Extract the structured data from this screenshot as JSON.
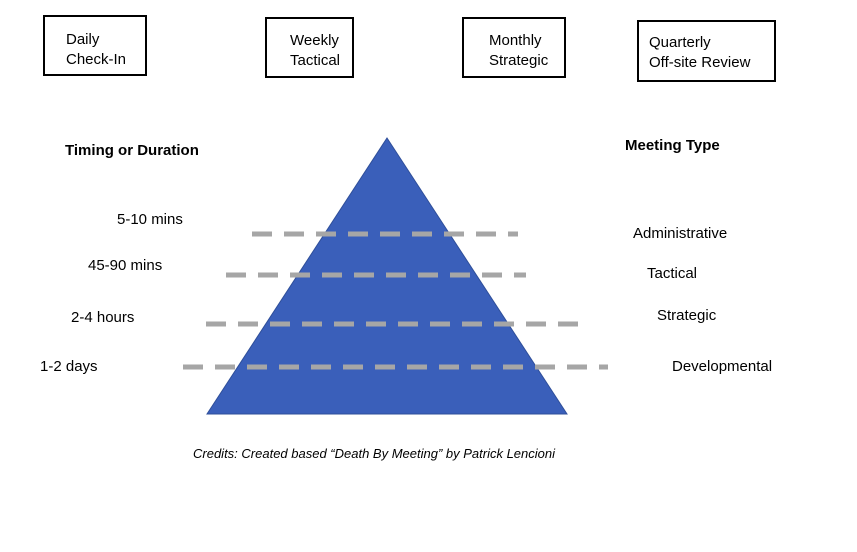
{
  "meeting_boxes": [
    {
      "line1": "Daily",
      "line2": "Check-In"
    },
    {
      "line1": "Weekly",
      "line2": "Tactical"
    },
    {
      "line1": "Monthly",
      "line2": "Strategic"
    },
    {
      "line1": "Quarterly",
      "line2": "Off-site Review"
    }
  ],
  "timing_heading": "Timing or Duration",
  "type_heading": "Meeting Type",
  "timings": [
    "5-10 mins",
    "45-90 mins",
    "2-4 hours",
    "1-2 days"
  ],
  "types": [
    "Administrative",
    "Tactical",
    "Strategic",
    "Developmental"
  ],
  "credits": "Credits: Created based “Death By Meeting” by Patrick Lencioni",
  "colors": {
    "pyramid_fill": "#3a5fba",
    "pyramid_stroke": "#2f4f9a",
    "dash": "#a6a6a6"
  }
}
